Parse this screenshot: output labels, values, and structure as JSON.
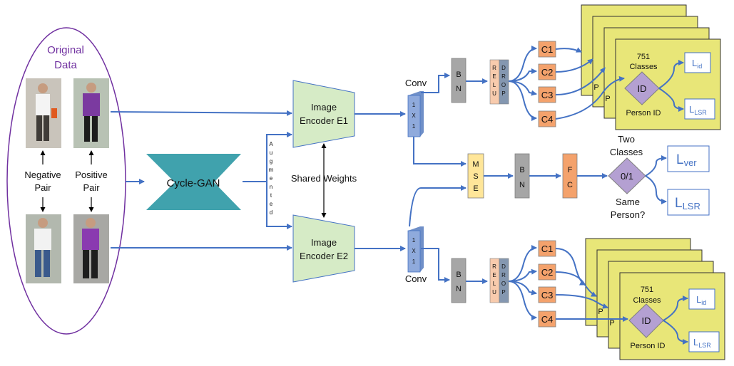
{
  "original_data": {
    "title_line1": "Original",
    "title_line2": "Data"
  },
  "pairs": {
    "negative_line1": "Negative",
    "negative_line2": "Pair",
    "positive_line1": "Positive",
    "positive_line2": "Pair"
  },
  "cyclegan": {
    "label": "Cycle-GAN"
  },
  "augmented": {
    "letters": [
      "A",
      "u",
      "g",
      "m",
      "e",
      "n",
      "t",
      "e",
      "d"
    ]
  },
  "encoder1": {
    "line1": "Image",
    "line2": "Encoder E1"
  },
  "encoder2": {
    "line1": "Image",
    "line2": "Encoder E2"
  },
  "shared": {
    "label": "Shared Weights"
  },
  "conv": {
    "label": "Conv",
    "letters": [
      "1",
      "X",
      "1"
    ]
  },
  "bn": {
    "letters": [
      "B",
      "N"
    ]
  },
  "relu": {
    "letters": [
      "R",
      "E",
      "L",
      "U"
    ]
  },
  "drop": {
    "letters": [
      "D",
      "R",
      "O",
      "P"
    ]
  },
  "classifiers": [
    "C1",
    "C2",
    "C3",
    "C4"
  ],
  "id_card": {
    "line1": "751",
    "line2": "Classes",
    "decision": "ID",
    "bottom": "Person ID",
    "loss_id_main": "L",
    "loss_id_sub": "id",
    "loss_lsr_main": "L",
    "loss_lsr_sub": "LSR",
    "peek_letter": "P"
  },
  "mse": {
    "letters": [
      "M",
      "S",
      "E"
    ]
  },
  "fc": {
    "letters": [
      "F",
      "C"
    ]
  },
  "verif": {
    "top_line1": "Two",
    "top_line2": "Classes",
    "decision": "0/1",
    "bottom_line1": "Same",
    "bottom_line2": "Person?",
    "loss_ver_main": "L",
    "loss_ver_sub": "ver",
    "loss_lsr_main": "L",
    "loss_lsr_sub": "LSR"
  },
  "colors": {
    "line": "#4472c4",
    "encoder": "#d6ebc6",
    "cyclegan": "#40a2ad",
    "conv": "#8faadc",
    "bn": "#a6a6a6",
    "relu": "#f8cbad",
    "drop": "#8497b0",
    "classifier": "#f4a26c",
    "card": "#e8e678",
    "diamond": "#b4a0d2",
    "mse": "#ffe699",
    "ellipse": "#7030a0"
  }
}
